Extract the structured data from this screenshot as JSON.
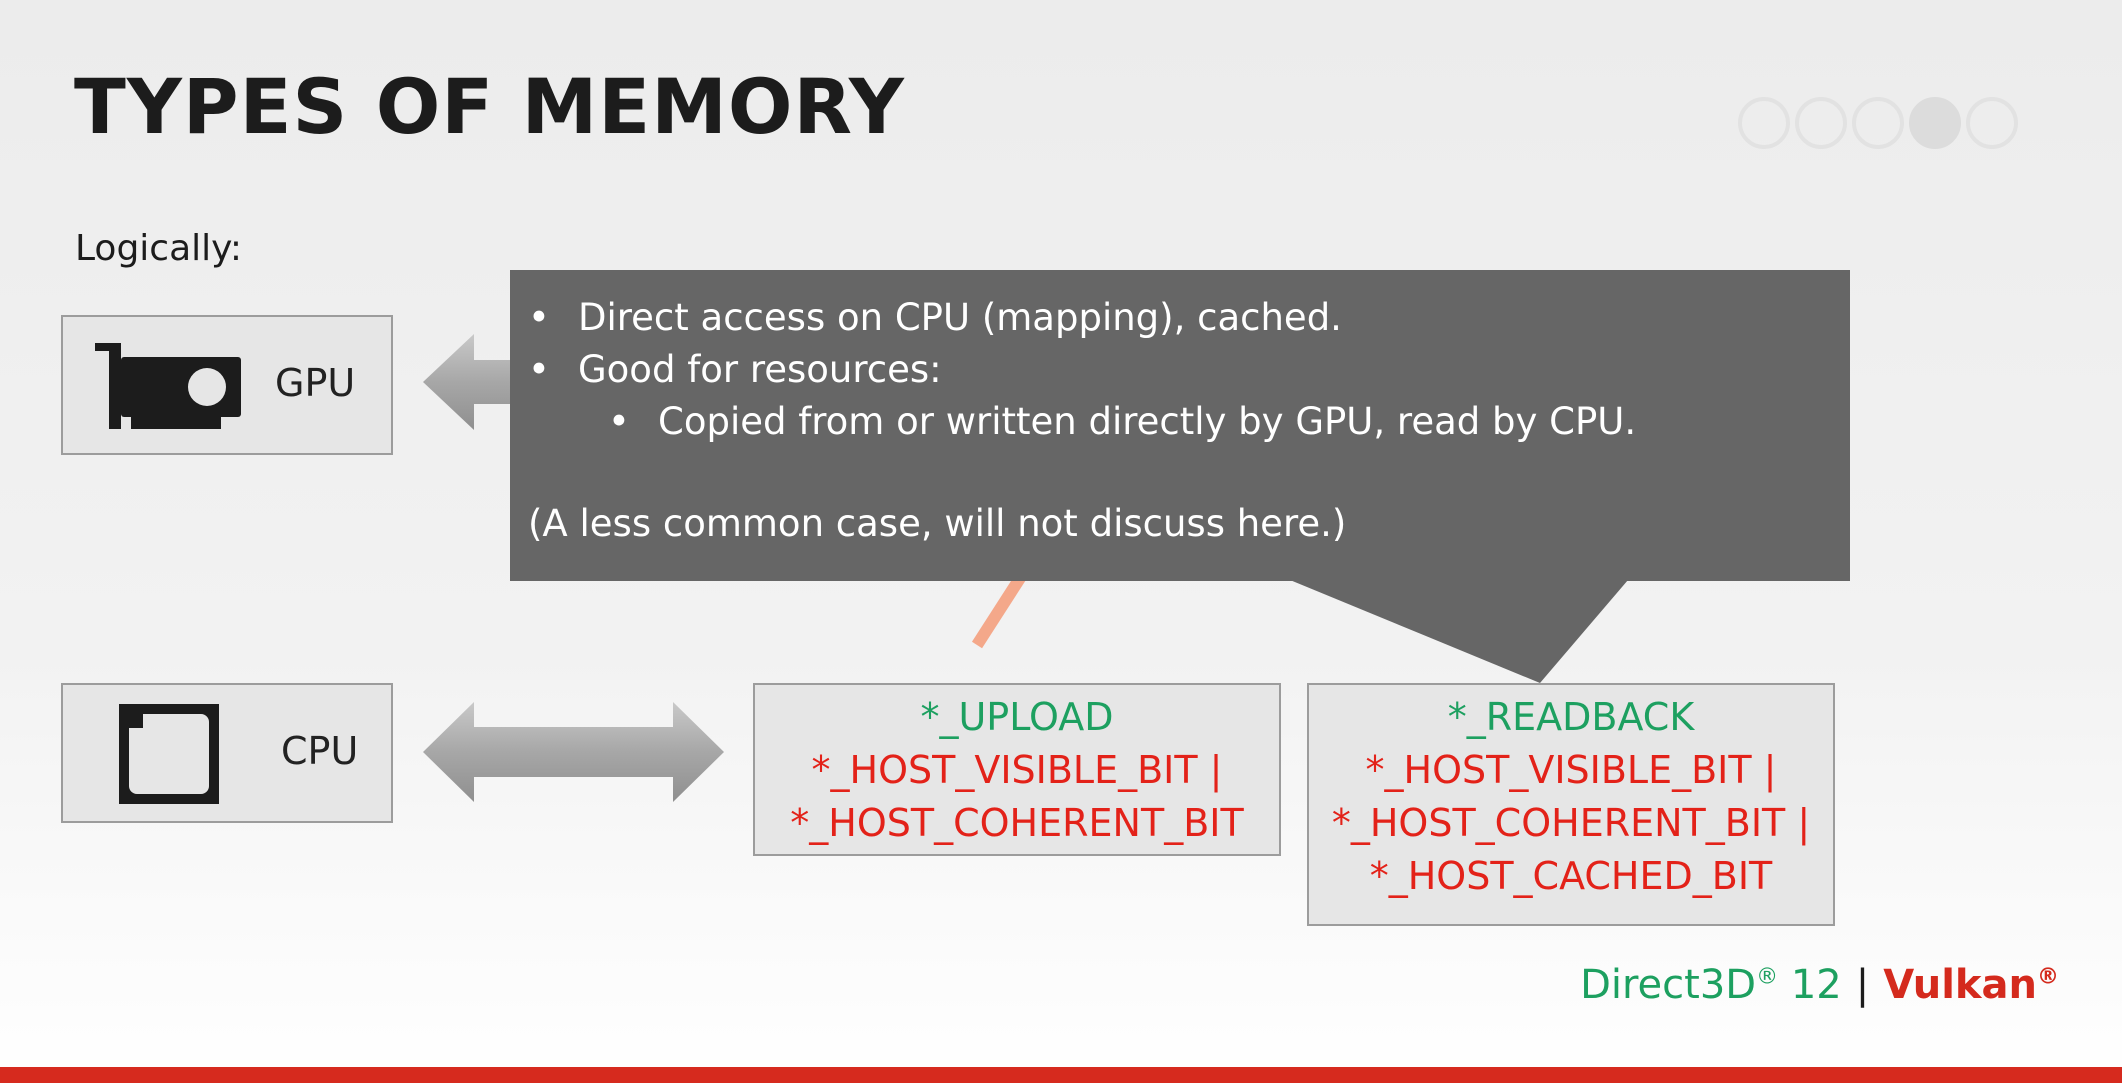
{
  "slide": {
    "title": "TYPES OF MEMORY",
    "subtitle": "Logically:",
    "progress": {
      "total": 5,
      "active_index": 3
    }
  },
  "devices": {
    "gpu": {
      "label": "GPU",
      "icon": "graphics-card-icon"
    },
    "cpu": {
      "label": "CPU",
      "icon": "cpu-chip-icon"
    }
  },
  "memory_types": {
    "upload": {
      "name": "*_UPLOAD",
      "flags": [
        "*_HOST_VISIBLE_BIT |",
        "*_HOST_COHERENT_BIT"
      ]
    },
    "readback": {
      "name": "*_READBACK",
      "flags": [
        "*_HOST_VISIBLE_BIT |",
        "*_HOST_COHERENT_BIT |",
        "*_HOST_CACHED_BIT"
      ]
    }
  },
  "callout": {
    "bullets": [
      "Direct access on CPU (mapping), cached.",
      "Good for resources:"
    ],
    "sub_bullets": [
      "Copied from or written directly by GPU, read by CPU."
    ],
    "note": "(A less common case, will not discuss here.)"
  },
  "footer": {
    "brand_direct3d": "Direct3D",
    "brand_direct3d_version": "12",
    "separator": "|",
    "brand_vulkan": "Vulkan",
    "registered": "®"
  },
  "colors": {
    "green": "#1da060",
    "red": "#e32219",
    "accent_bar": "#d62a1e",
    "callout_bg": "#666666"
  }
}
